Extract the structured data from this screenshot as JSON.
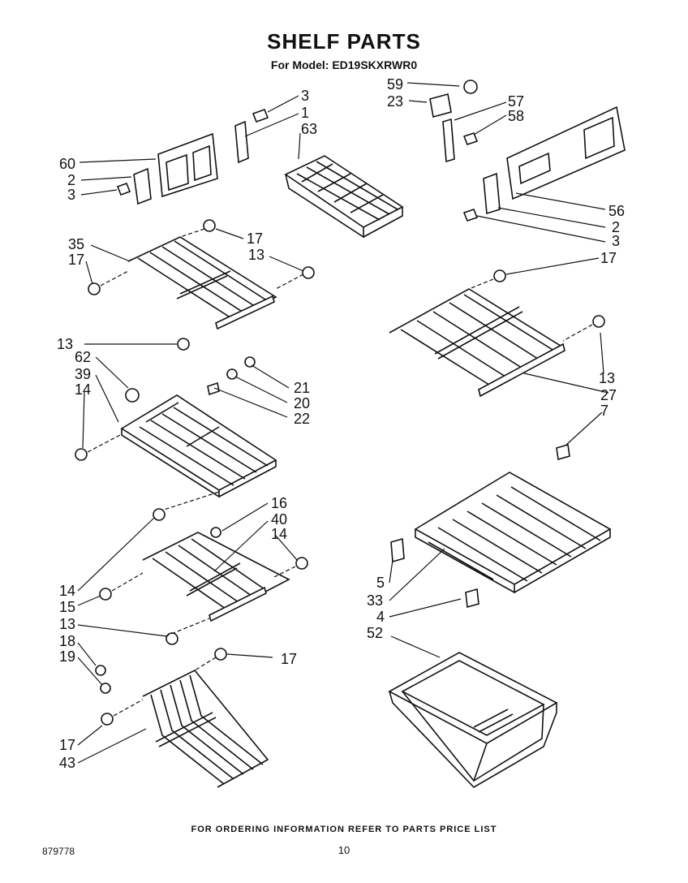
{
  "header": {
    "title": "SHELF PARTS",
    "subtitle": "For Model: ED19SKXRWR0"
  },
  "footer": {
    "ordering_note": "FOR ORDERING INFORMATION REFER TO PARTS PRICE LIST",
    "doc_number": "879778",
    "page_number": "10"
  },
  "callouts": {
    "c59": "59",
    "c23": "23",
    "c57": "57",
    "c58": "58",
    "c3a": "3",
    "c1": "1",
    "c63": "63",
    "c60": "60",
    "c2a": "2",
    "c3b": "3",
    "c56": "56",
    "c2b": "2",
    "c3c": "3",
    "c35": "35",
    "c17a": "17",
    "c17b": "17",
    "c13a": "13",
    "c17c": "17",
    "c13b": "13",
    "c62": "62",
    "c39": "39",
    "c14a": "14",
    "c21": "21",
    "c20": "20",
    "c22": "22",
    "c13c": "13",
    "c27": "27",
    "c7": "7",
    "c16": "16",
    "c40": "40",
    "c14b": "14",
    "c14c": "14",
    "c15": "15",
    "c13d": "13",
    "c18": "18",
    "c19": "19",
    "c17d": "17",
    "c17e": "17",
    "c43": "43",
    "c5": "5",
    "c33": "33",
    "c4": "4",
    "c52": "52"
  }
}
